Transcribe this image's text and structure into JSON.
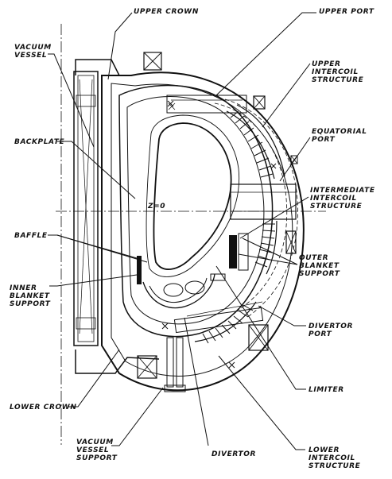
{
  "labels": {
    "upper_crown": "UPPER CROWN",
    "upper_port": "UPPER PORT",
    "vacuum_vessel_1": "VACUUM",
    "vacuum_vessel_2": "VESSEL",
    "upper_intercoil_1": "UPPER",
    "upper_intercoil_2": "INTERCOIL",
    "upper_intercoil_3": "STRUCTURE",
    "equatorial_port_1": "EQUATORIAL",
    "equatorial_port_2": "PORT",
    "backplate": "BACKPLATE",
    "intermediate_intercoil_1": "INTERMEDIATE",
    "intermediate_intercoil_2": "INTERCOIL",
    "intermediate_intercoil_3": "STRUCTURE",
    "z_zero": "Z=0",
    "baffle": "BAFFLE",
    "outer_blanket_1": "OUTER",
    "outer_blanket_2": "BLANKET",
    "outer_blanket_3": "SUPPORT",
    "inner_blanket_1": "INNER",
    "inner_blanket_2": "BLANKET",
    "inner_blanket_3": "SUPPORT",
    "divertor_port_1": "DIVERTOR",
    "divertor_port_2": "PORT",
    "limiter": "LIMITER",
    "lower_crown": "LOWER CROWN",
    "vv_support_1": "VACUUM",
    "vv_support_2": "VESSEL",
    "vv_support_3": "SUPPORT",
    "divertor": "DIVERTOR",
    "lower_intercoil_1": "LOWER",
    "lower_intercoil_2": "INTERCOIL",
    "lower_intercoil_3": "STRUCTURE"
  }
}
